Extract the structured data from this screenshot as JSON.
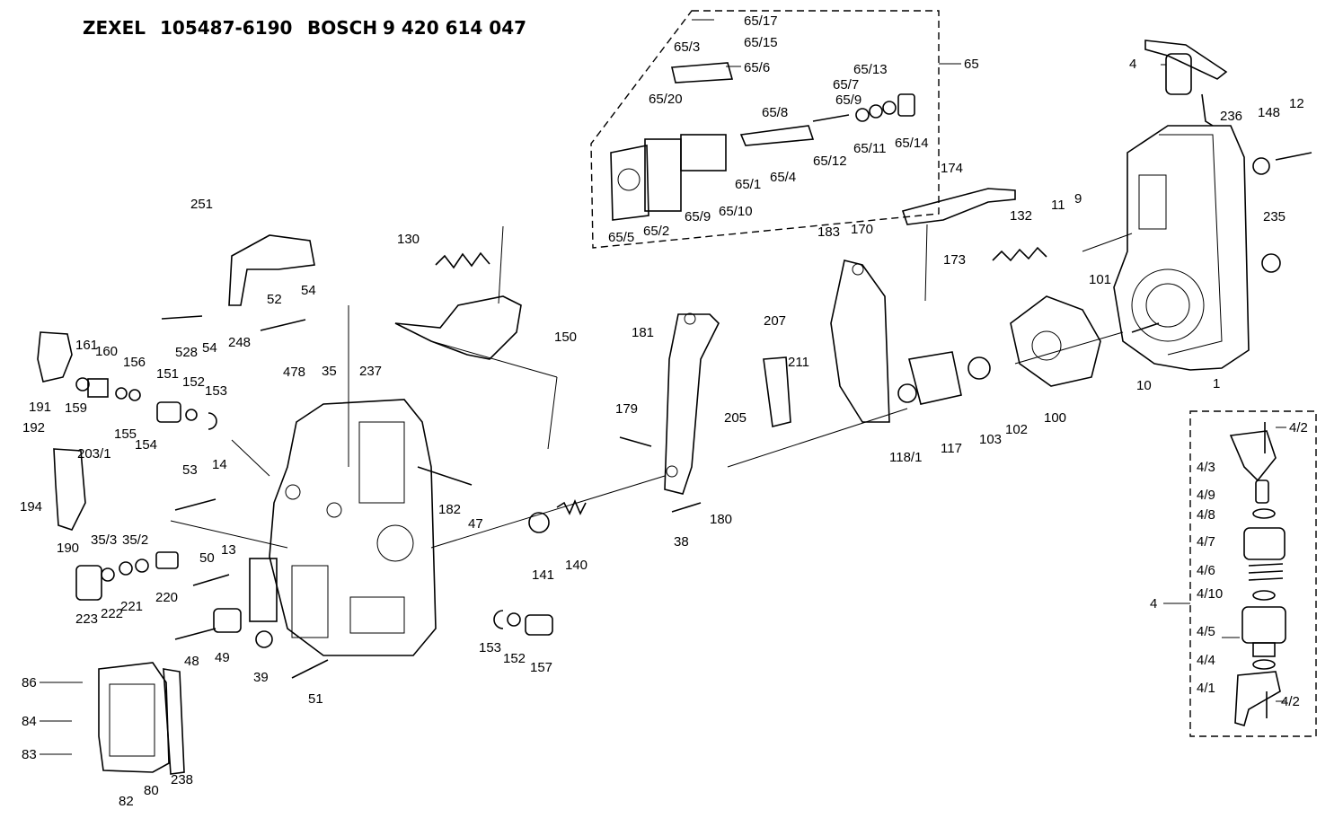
{
  "header": {
    "zexel_brand": "ZEXEL",
    "zexel_number": "105487-6190",
    "bosch_brand": "BOSCH",
    "bosch_number": "9 420 614 047"
  },
  "labels": {
    "p65_17": "65/17",
    "p65_3": "65/3",
    "p65_15": "65/15",
    "p65_6": "65/6",
    "p65": "65",
    "p65_13": "65/13",
    "p65_7": "65/7",
    "p65_9a": "65/9",
    "p65_20": "65/20",
    "p65_8": "65/8",
    "p65_12": "65/12",
    "p65_11": "65/11",
    "p65_14": "65/14",
    "p65_1": "65/1",
    "p65_4": "65/4",
    "p65_9b": "65/9",
    "p65_10": "65/10",
    "p65_5": "65/5",
    "p65_2": "65/2",
    "p4_top": "4",
    "p236": "236",
    "p148": "148",
    "p12": "12",
    "p235": "235",
    "p11": "11",
    "p9": "9",
    "p101": "101",
    "p10": "10",
    "p1": "1",
    "p174": "174",
    "p132": "132",
    "p183": "183",
    "p170": "170",
    "p173": "173",
    "p251": "251",
    "p130": "130",
    "p150": "150",
    "p181": "181",
    "p207": "207",
    "p211": "211",
    "p205": "205",
    "p179": "179",
    "p180": "180",
    "p38": "38",
    "p118_1": "118/1",
    "p117": "117",
    "p103": "103",
    "p102": "102",
    "p100": "100",
    "p52": "52",
    "p54a": "54",
    "p528": "528",
    "p54b": "54",
    "p248": "248",
    "p191": "191",
    "p161": "161",
    "p160": "160",
    "p156": "156",
    "p159": "159",
    "p155": "155",
    "p154": "154",
    "p151": "151",
    "p152a": "152",
    "p153a": "153",
    "p478": "478",
    "p35": "35",
    "p237": "237",
    "p192": "192",
    "p203_1": "203/1",
    "p194": "194",
    "p190": "190",
    "p35_3": "35/3",
    "p35_2": "35/2",
    "p53": "53",
    "p14": "14",
    "p182": "182",
    "p47": "47",
    "p141": "141",
    "p140": "140",
    "p13": "13",
    "p50": "50",
    "p220": "220",
    "p223": "223",
    "p222": "222",
    "p221": "221",
    "p48": "48",
    "p49": "49",
    "p39": "39",
    "p51": "51",
    "p153b": "153",
    "p152b": "152",
    "p157": "157",
    "p86": "86",
    "p84": "84",
    "p83": "83",
    "p82": "82",
    "p80": "80",
    "p238": "238",
    "p4_2a": "4/2",
    "p4_3": "4/3",
    "p4_9": "4/9",
    "p4_8": "4/8",
    "p4_7": "4/7",
    "p4_6": "4/6",
    "p4_10": "4/10",
    "p4_main": "4",
    "p4_5": "4/5",
    "p4_4": "4/4",
    "p4_1": "4/1",
    "p4_2b": "4/2"
  }
}
